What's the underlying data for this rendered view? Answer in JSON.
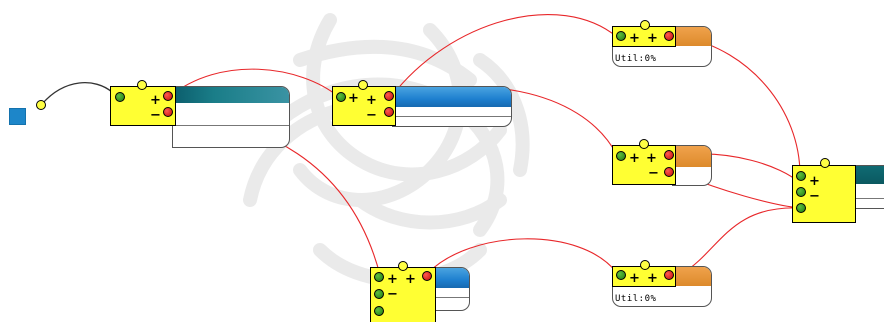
{
  "diagram": {
    "source_node": {
      "shape": "square",
      "color": "#1d86c9"
    },
    "blocks": [
      {
        "id": "block-a",
        "bar": "teal"
      },
      {
        "id": "block-b",
        "bar": "blue"
      },
      {
        "id": "block-c",
        "bar": "orange",
        "util_label": "Util:0%"
      },
      {
        "id": "block-d",
        "bar": "orange"
      },
      {
        "id": "block-e",
        "bar": "darkteal"
      },
      {
        "id": "block-f",
        "bar": "blue"
      },
      {
        "id": "block-g",
        "bar": "orange",
        "util_label": "Util:0%"
      }
    ],
    "port_signs": {
      "plus": "+",
      "minus": "−"
    },
    "colors": {
      "block_fill": "#ffff33",
      "connection": "#e8272a",
      "input_port": "#2f8f1f",
      "output_port": "#e31b14",
      "lead_wire": "#333333"
    }
  }
}
